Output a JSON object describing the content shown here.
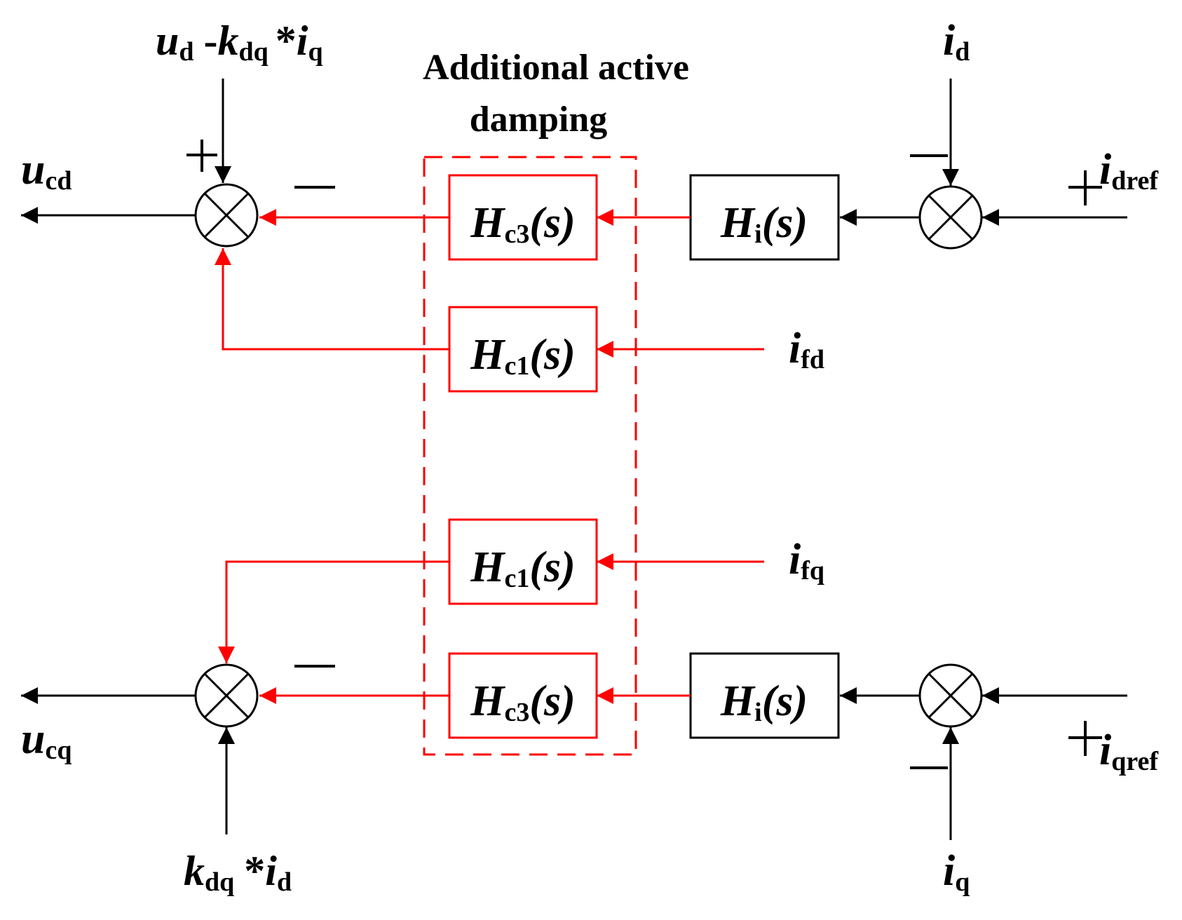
{
  "title": {
    "line1": "Additional active",
    "line2": "damping"
  },
  "colors": {
    "black_path": "#000000",
    "red_path": "#ff0000",
    "damping_box": "#ff0000"
  },
  "blocks": {
    "hi_top": {
      "main": "H",
      "sub": "i",
      "arg": "(s)"
    },
    "hi_bot": {
      "main": "H",
      "sub": "i",
      "arg": "(s)"
    },
    "hc3_top": {
      "main": "H",
      "sub": "c3",
      "arg": "(s)"
    },
    "hc1_top": {
      "main": "H",
      "sub": "c1",
      "arg": "(s)"
    },
    "hc1_bot": {
      "main": "H",
      "sub": "c1",
      "arg": "(s)"
    },
    "hc3_bot": {
      "main": "H",
      "sub": "c3",
      "arg": "(s)"
    }
  },
  "signals": {
    "ucd": {
      "main": "u",
      "sub": "cd"
    },
    "ucq": {
      "main": "u",
      "sub": "cq"
    },
    "id_top": {
      "main": "i",
      "sub": "d"
    },
    "iq_bot": {
      "main": "i",
      "sub": "q"
    },
    "idref": {
      "main": "i",
      "sub": "dref"
    },
    "iqref": {
      "main": "i",
      "sub": "qref"
    },
    "ifd": {
      "main": "i",
      "sub": "fd"
    },
    "ifq": {
      "main": "i",
      "sub": "fq"
    },
    "ff_top": {
      "u": "u",
      "u_sub": "d",
      "minus": "-",
      "k": "k",
      "k_sub": "dq",
      "star": "*",
      "i": "i",
      "i_sub": "q"
    },
    "ff_bot": {
      "k": "k",
      "k_sub": "dq",
      "star": "*",
      "i": "i",
      "i_sub": "d"
    }
  }
}
